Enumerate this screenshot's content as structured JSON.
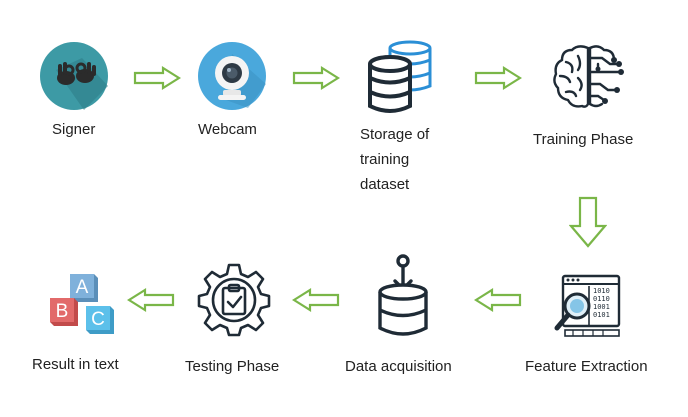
{
  "diagram": {
    "arrow_color": "#7ab648",
    "nodes": [
      {
        "id": "signer",
        "label": "Signer",
        "icon": "sign-language-icon"
      },
      {
        "id": "webcam",
        "label": "Webcam",
        "icon": "webcam-icon"
      },
      {
        "id": "storage",
        "label": "Storage of training dataset",
        "icon": "database-stack-icon"
      },
      {
        "id": "training",
        "label": "Training Phase",
        "icon": "brain-circuit-icon"
      },
      {
        "id": "feature",
        "label": "Feature Extraction",
        "icon": "feature-extraction-icon"
      },
      {
        "id": "acquisition",
        "label": "Data acquisition",
        "icon": "data-acquisition-icon"
      },
      {
        "id": "testing",
        "label": "Testing Phase",
        "icon": "gear-checklist-icon"
      },
      {
        "id": "result",
        "label": "Result in text",
        "icon": "abc-blocks-icon"
      }
    ],
    "edges": [
      {
        "from": "signer",
        "to": "webcam"
      },
      {
        "from": "webcam",
        "to": "storage"
      },
      {
        "from": "storage",
        "to": "training"
      },
      {
        "from": "training",
        "to": "feature"
      },
      {
        "from": "feature",
        "to": "acquisition"
      },
      {
        "from": "acquisition",
        "to": "testing"
      },
      {
        "from": "testing",
        "to": "result"
      }
    ],
    "block_letters": [
      "A",
      "B",
      "C"
    ]
  }
}
